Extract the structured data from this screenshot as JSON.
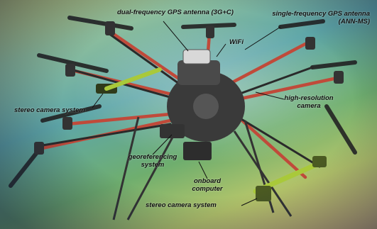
{
  "labels": {
    "dual_gps": "dual-frequency GPS antenna (3G+C)",
    "single_gps_line1": "single-frequency GPS antenna",
    "single_gps_line2": "(ANN-MS)",
    "wifi": "WiFi",
    "stereo_top": "stereo camera system",
    "hires_line1": "high-resolution",
    "hires_line2": "camera",
    "georef_line1": "georeferencing",
    "georef_line2": "system",
    "onboard_line1": "onboard",
    "onboard_line2": "computer",
    "stereo_bottom": "stereo camera system"
  },
  "colors": {
    "frame_red": "#c04a3a",
    "dark_metal": "#2a2a2a",
    "stereo_green": "#a9c93a",
    "label_text": "#111111"
  }
}
